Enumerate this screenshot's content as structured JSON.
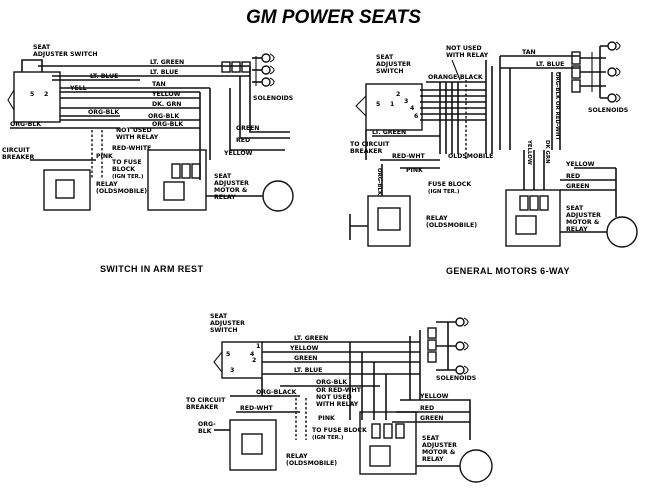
{
  "title": "GM POWER SEATS",
  "captions": {
    "arm_rest": "SWITCH IN ARM REST",
    "six_way": "GENERAL MOTORS 6-WAY"
  },
  "diagram_a": {
    "seat_switch": [
      "SEAT",
      "ADJUSTER SWITCH"
    ],
    "wires": [
      "LT. GREEN",
      "LT. BLUE",
      "YELL",
      "TAN",
      "YELLOW",
      "DK. GRN",
      "ORG-BLK",
      "ORG-BLK",
      "GREEN",
      "RED",
      "YELLOW",
      "PINK"
    ],
    "not_used": [
      "NOT USED",
      "WITH RELAY"
    ],
    "red_white": "RED-WHITE",
    "pink": "PINK",
    "to_fuse": [
      "TO FUSE",
      "BLOCK",
      "(IGN TER.)"
    ],
    "circuit_breaker": [
      "CIRCUIT",
      "BREAKER"
    ],
    "relay": [
      "RELAY",
      "(OLDSMOBILE)"
    ],
    "motor": [
      "SEAT",
      "ADJUSTER",
      "MOTOR &",
      "RELAY"
    ],
    "solenoids": "SOLENOIDS",
    "switch_nums": [
      "5",
      "2"
    ]
  },
  "diagram_b": {
    "seat_switch": [
      "SEAT",
      "ADJUSTER",
      "SWITCH"
    ],
    "not_used": [
      "NOT USED",
      "WITH RELAY"
    ],
    "wires": [
      "TAN",
      "LT. BLUE",
      "ORANGE-BLACK",
      "LT. GREEN",
      "RED-WHT",
      "PINK",
      "ORG-BLK OR RED-WHT",
      "DK GRN",
      "YELLOW",
      "YELLOW",
      "RED",
      "GREEN",
      "ORG-BLK"
    ],
    "circuit_breaker": [
      "TO CIRCUIT",
      "BREAKER"
    ],
    "oldsmobile": "OLDSMOBILE",
    "fuse_block": [
      "FUSE BLOCK",
      "(IGN TER.)"
    ],
    "relay": [
      "RELAY",
      "(OLDSMOBILE)"
    ],
    "motor": [
      "SEAT",
      "ADJUSTER",
      "MOTOR &",
      "RELAY"
    ],
    "solenoids": "SOLENOIDS",
    "switch_nums": [
      "1",
      "2",
      "3",
      "4",
      "5",
      "6"
    ]
  },
  "diagram_c": {
    "seat_switch": [
      "SEAT",
      "ADJUSTER",
      "SWITCH"
    ],
    "wires": [
      "LT. GREEN",
      "YELLOW",
      "GREEN",
      "LT. BLUE",
      "ORG-BLK",
      "ORG-BLACK",
      "RED-WHT",
      "YELLOW",
      "RED",
      "GREEN"
    ],
    "not_used": [
      "OR RED-WHT",
      "NOT USED",
      "WITH RELAY"
    ],
    "pink": "PINK",
    "to_fuse": [
      "TO FUSE BLOCK",
      "(IGN TER.)"
    ],
    "circuit_breaker": [
      "TO CIRCUIT",
      "BREAKER"
    ],
    "org_blk": [
      "ORG-",
      "BLK"
    ],
    "relay": [
      "RELAY",
      "(OLDSMOBILE)"
    ],
    "motor": [
      "SEAT",
      "ADJUSTER",
      "MOTOR &",
      "RELAY"
    ],
    "solenoids": "SOLENOIDS",
    "switch_nums": [
      "5",
      "4",
      "3",
      "2",
      "1"
    ]
  }
}
